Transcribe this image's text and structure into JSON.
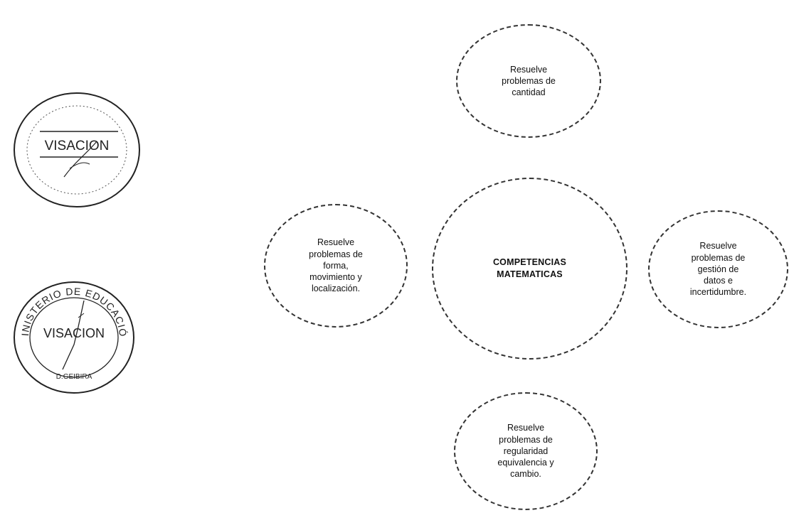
{
  "stamps": [
    {
      "center_word": "VISACION",
      "ring_text": ""
    },
    {
      "center_word": "VISACION",
      "ring_text": "MINISTERIO DE EDUCACIÓN",
      "bottom_text": "D.GEIBIRA"
    }
  ],
  "diagram": {
    "center": {
      "label": "COMPETENCIAS\nMATEMATICAS"
    },
    "top": {
      "label": "Resuelve\nproblemas de\ncantidad"
    },
    "left": {
      "label": "Resuelve\nproblemas de\nforma,\nmovimiento y\nlocalización."
    },
    "right": {
      "label": "Resuelve\nproblemas de\ngestión de\ndatos e\nincertidumbre."
    },
    "bottom": {
      "label": "Resuelve\nproblemas de\nregularidad\nequivalencia y\ncambio."
    }
  }
}
